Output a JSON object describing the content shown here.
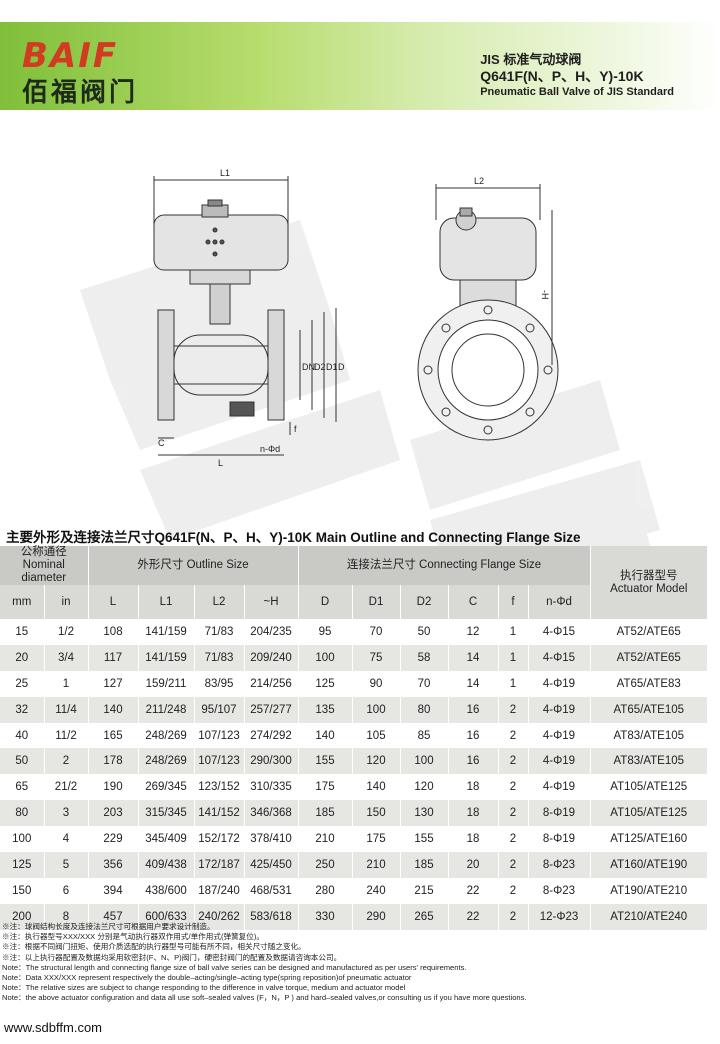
{
  "header": {
    "brand_en": "BAIF",
    "brand_cn": "佰福阀门",
    "title_cn": "JIS 标准气动球阀",
    "model": "Q641F(N、P、H、Y)-10K",
    "title_en": "Pneumatic Ball Valve  of JIS Standard"
  },
  "drawing": {
    "labels": {
      "L1": "L1",
      "L": "L",
      "C": "C",
      "f": "f",
      "n_phi_d": "n-Φd",
      "DN": "DN",
      "D2": "D2",
      "D1": "D1",
      "D": "D",
      "L2": "L2",
      "H": "-H"
    }
  },
  "section_title": "主要外形及连接法兰尺寸Q641F(N、P、H、Y)-10K  Main Outline and Connecting Flange Size",
  "table": {
    "nominal_header": [
      "公称通径",
      "Nominal diameter"
    ],
    "outline_header": "外形尺寸 Outline Size",
    "flange_header": "连接法兰尺寸 Connecting Flange Size",
    "actuator_header": [
      "执行器型号",
      "Actuator Model"
    ],
    "columns": [
      "mm",
      "in",
      "L",
      "L1",
      "L2",
      "~H",
      "D",
      "D1",
      "D2",
      "C",
      "f",
      "n-Φd"
    ],
    "rows": [
      [
        "15",
        "1/2",
        "108",
        "141/159",
        "71/83",
        "204/235",
        "95",
        "70",
        "50",
        "12",
        "1",
        "4-Φ15",
        "AT52/ATE65"
      ],
      [
        "20",
        "3/4",
        "117",
        "141/159",
        "71/83",
        "209/240",
        "100",
        "75",
        "58",
        "14",
        "1",
        "4-Φ15",
        "AT52/ATE65"
      ],
      [
        "25",
        "1",
        "127",
        "159/211",
        "83/95",
        "214/256",
        "125",
        "90",
        "70",
        "14",
        "1",
        "4-Φ19",
        "AT65/ATE83"
      ],
      [
        "32",
        "11/4",
        "140",
        "211/248",
        "95/107",
        "257/277",
        "135",
        "100",
        "80",
        "16",
        "2",
        "4-Φ19",
        "AT65/ATE105"
      ],
      [
        "40",
        "11/2",
        "165",
        "248/269",
        "107/123",
        "274/292",
        "140",
        "105",
        "85",
        "16",
        "2",
        "4-Φ19",
        "AT83/ATE105"
      ],
      [
        "50",
        "2",
        "178",
        "248/269",
        "107/123",
        "290/300",
        "155",
        "120",
        "100",
        "16",
        "2",
        "4-Φ19",
        "AT83/ATE105"
      ],
      [
        "65",
        "21/2",
        "190",
        "269/345",
        "123/152",
        "310/335",
        "175",
        "140",
        "120",
        "18",
        "2",
        "4-Φ19",
        "AT105/ATE125"
      ],
      [
        "80",
        "3",
        "203",
        "315/345",
        "141/152",
        "346/368",
        "185",
        "150",
        "130",
        "18",
        "2",
        "8-Φ19",
        "AT105/ATE125"
      ],
      [
        "100",
        "4",
        "229",
        "345/409",
        "152/172",
        "378/410",
        "210",
        "175",
        "155",
        "18",
        "2",
        "8-Φ19",
        "AT125/ATE160"
      ],
      [
        "125",
        "5",
        "356",
        "409/438",
        "172/187",
        "425/450",
        "250",
        "210",
        "185",
        "20",
        "2",
        "8-Φ23",
        "AT160/ATE190"
      ],
      [
        "150",
        "6",
        "394",
        "438/600",
        "187/240",
        "468/531",
        "280",
        "240",
        "215",
        "22",
        "2",
        "8-Φ23",
        "AT190/ATE210"
      ],
      [
        "200",
        "8",
        "457",
        "600/633",
        "240/262",
        "583/618",
        "330",
        "290",
        "265",
        "22",
        "2",
        "12-Φ23",
        "AT210/ATE240"
      ]
    ]
  },
  "notes": [
    "※注：球阀结构长度及连接法兰尺寸可根据用户要求设计制造。",
    "※注：执行器型号XXX/XXX 分别是气动执行器双作用式/单作用式(弹簧复位)。",
    "※注：根据不同阀门扭矩、使用介质选配的执行器型号可能有所不同，相关尺寸随之变化。",
    "※注：以上执行器配置及数据均采用软密封(F、N、P)阀门，硬密封阀门的配置及数据请咨询本公司。",
    "Note：The structural length and connecting flange size of ball valve series can be designed and manufactured as per users' requirements.",
    "Note：Data XXX/XXX represent respectively the double–acting/single–acting type(spring reposition)of pneumatic actuator",
    "Note：The relative sizes are subject to change responding to the difference in valve torque, medium and actuator model",
    "Note：the above actuator  configuration and data  all use soft–sealed valves (F，N，P ) and  hard–sealed valves,or consulting us if you have more questions."
  ],
  "footer": "www.sdbffm.com",
  "colors": {
    "header_green": "#7fbf3a",
    "brand_red": "#d23a22",
    "table_header": "#c9cac6",
    "table_stripe": "#e6e7e3"
  }
}
